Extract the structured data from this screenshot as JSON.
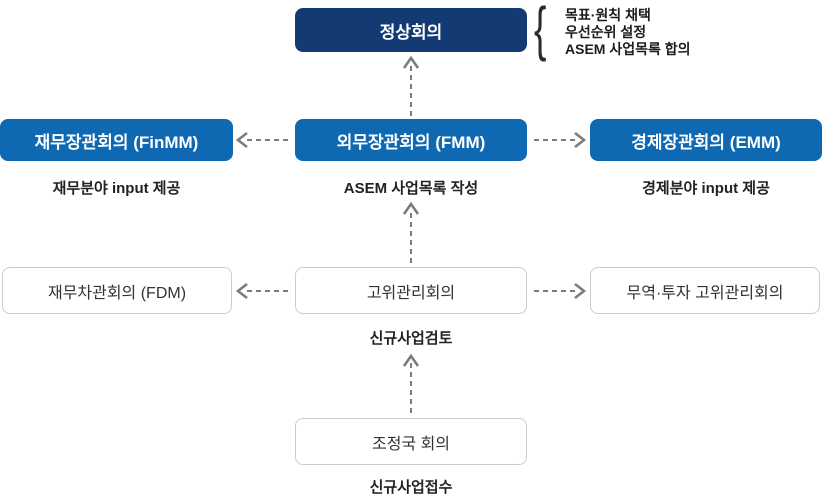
{
  "diagram": {
    "summit": {
      "label": "정상회의"
    },
    "summit_outcomes": {
      "brace_glyph": "{",
      "items": [
        "목표·원칙 채택",
        "우선순위 설정",
        "ASEM 사업목록 합의"
      ]
    },
    "ministerials": [
      {
        "label": "재무장관회의 (FinMM)",
        "caption": "재무분야 input 제공"
      },
      {
        "label": "외무장관회의 (FMM)",
        "caption": "ASEM 사업목록 작성"
      },
      {
        "label": "경제장관회의 (EMM)",
        "caption": "경제분야 input 제공"
      }
    ],
    "senior_officials": [
      {
        "label": "재무차관회의 (FDM)"
      },
      {
        "label": "고위관리회의",
        "caption": "신규사업검토"
      },
      {
        "label": "무역·투자 고위관리회의"
      }
    ],
    "coordinators": {
      "label": "조정국 회의",
      "caption": "신규사업접수"
    }
  },
  "colors": {
    "summit_bg": "#143a74",
    "ministerial_bg": "#0f68b2",
    "plain_box_border": "#cccccc",
    "arrow": "#7c7c7c",
    "text_dark": "#222222",
    "text_white": "#ffffff"
  }
}
